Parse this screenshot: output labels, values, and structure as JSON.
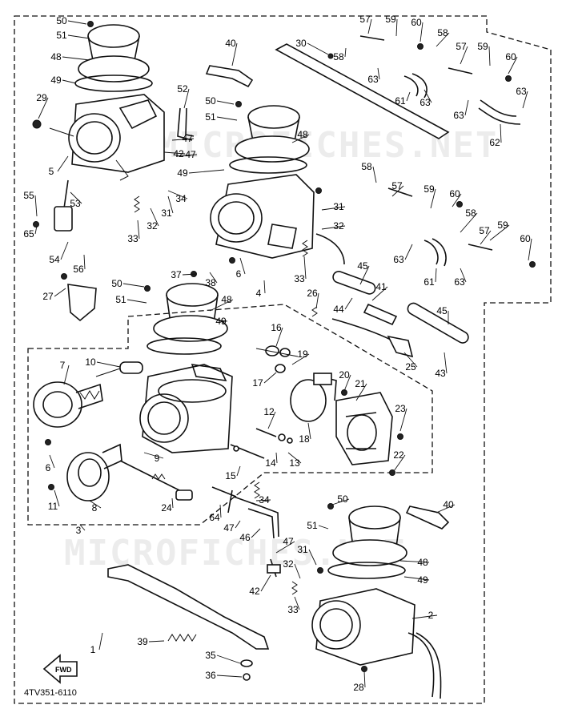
{
  "diagram": {
    "code": "4TV351-6110",
    "watermark_top": "MICROFICHES.NET",
    "watermark_bottom": "MICROFICHES.NET",
    "fwd_label": "FWD",
    "labels": [
      {
        "id": "l50a",
        "text": "50"
      },
      {
        "id": "l51a",
        "text": "51"
      },
      {
        "id": "l48a",
        "text": "48"
      },
      {
        "id": "l49a",
        "text": "49"
      },
      {
        "id": "l29",
        "text": "29"
      },
      {
        "id": "l5a",
        "text": "5"
      },
      {
        "id": "l40a",
        "text": "40"
      },
      {
        "id": "l30",
        "text": "30"
      },
      {
        "id": "l58a",
        "text": "58"
      },
      {
        "id": "l57a",
        "text": "57"
      },
      {
        "id": "l59a",
        "text": "59"
      },
      {
        "id": "l60a",
        "text": "60"
      },
      {
        "id": "l58b",
        "text": "58"
      },
      {
        "id": "l57b",
        "text": "57"
      },
      {
        "id": "l59b",
        "text": "59"
      },
      {
        "id": "l60b",
        "text": "60"
      },
      {
        "id": "l63a",
        "text": "63"
      },
      {
        "id": "l61a",
        "text": "61"
      },
      {
        "id": "l63b",
        "text": "63"
      },
      {
        "id": "l63c",
        "text": "63"
      },
      {
        "id": "l63d",
        "text": "63"
      },
      {
        "id": "l62",
        "text": "62"
      },
      {
        "id": "l52",
        "text": "52"
      },
      {
        "id": "l50b",
        "text": "50"
      },
      {
        "id": "l51b",
        "text": "51"
      },
      {
        "id": "l47a",
        "text": "47"
      },
      {
        "id": "l47b",
        "text": "47"
      },
      {
        "id": "l42a",
        "text": "42"
      },
      {
        "id": "l48b",
        "text": "48"
      },
      {
        "id": "l49b",
        "text": "49"
      },
      {
        "id": "l55",
        "text": "55"
      },
      {
        "id": "l53",
        "text": "53"
      },
      {
        "id": "l34a",
        "text": "34"
      },
      {
        "id": "l31a",
        "text": "31"
      },
      {
        "id": "l32a",
        "text": "32"
      },
      {
        "id": "l33a",
        "text": "33"
      },
      {
        "id": "l65",
        "text": "65"
      },
      {
        "id": "l54",
        "text": "54"
      },
      {
        "id": "l56",
        "text": "56"
      },
      {
        "id": "l58c",
        "text": "58"
      },
      {
        "id": "l57c",
        "text": "57"
      },
      {
        "id": "l59c",
        "text": "59"
      },
      {
        "id": "l60c",
        "text": "60"
      },
      {
        "id": "l58d",
        "text": "58"
      },
      {
        "id": "l59d",
        "text": "59"
      },
      {
        "id": "l57d",
        "text": "57"
      },
      {
        "id": "l60d",
        "text": "60"
      },
      {
        "id": "l63e",
        "text": "63"
      },
      {
        "id": "l61b",
        "text": "61"
      },
      {
        "id": "l63f",
        "text": "63"
      },
      {
        "id": "l31b",
        "text": "31"
      },
      {
        "id": "l32b",
        "text": "32"
      },
      {
        "id": "l33b",
        "text": "33"
      },
      {
        "id": "l37",
        "text": "37"
      },
      {
        "id": "l38",
        "text": "38"
      },
      {
        "id": "l6a",
        "text": "6"
      },
      {
        "id": "l4",
        "text": "4"
      },
      {
        "id": "l27",
        "text": "27"
      },
      {
        "id": "l50c",
        "text": "50"
      },
      {
        "id": "l51c",
        "text": "51"
      },
      {
        "id": "l48c",
        "text": "48"
      },
      {
        "id": "l49c",
        "text": "49"
      },
      {
        "id": "l26",
        "text": "26"
      },
      {
        "id": "l44",
        "text": "44"
      },
      {
        "id": "l45a",
        "text": "45"
      },
      {
        "id": "l41",
        "text": "41"
      },
      {
        "id": "l45b",
        "text": "45"
      },
      {
        "id": "l43",
        "text": "43"
      },
      {
        "id": "l25",
        "text": "25"
      },
      {
        "id": "l16",
        "text": "16"
      },
      {
        "id": "l19",
        "text": "19"
      },
      {
        "id": "l17",
        "text": "17"
      },
      {
        "id": "l10",
        "text": "10"
      },
      {
        "id": "l7",
        "text": "7"
      },
      {
        "id": "l20",
        "text": "20"
      },
      {
        "id": "l21",
        "text": "21"
      },
      {
        "id": "l23",
        "text": "23"
      },
      {
        "id": "l12",
        "text": "12"
      },
      {
        "id": "l18",
        "text": "18"
      },
      {
        "id": "l22",
        "text": "22"
      },
      {
        "id": "l9",
        "text": "9"
      },
      {
        "id": "l14",
        "text": "14"
      },
      {
        "id": "l13",
        "text": "13"
      },
      {
        "id": "l6b",
        "text": "6"
      },
      {
        "id": "l15",
        "text": "15"
      },
      {
        "id": "l11",
        "text": "11"
      },
      {
        "id": "l8",
        "text": "8"
      },
      {
        "id": "l24",
        "text": "24"
      },
      {
        "id": "l34b",
        "text": "34"
      },
      {
        "id": "l50d",
        "text": "50"
      },
      {
        "id": "l40b",
        "text": "40"
      },
      {
        "id": "l64",
        "text": "64"
      },
      {
        "id": "l47c",
        "text": "47"
      },
      {
        "id": "l46",
        "text": "46"
      },
      {
        "id": "l51d",
        "text": "51"
      },
      {
        "id": "l3",
        "text": "3"
      },
      {
        "id": "l47d",
        "text": "47"
      },
      {
        "id": "l48d",
        "text": "48"
      },
      {
        "id": "l31c",
        "text": "31"
      },
      {
        "id": "l32c",
        "text": "32"
      },
      {
        "id": "l49d",
        "text": "49"
      },
      {
        "id": "l42b",
        "text": "42"
      },
      {
        "id": "l33c",
        "text": "33"
      },
      {
        "id": "l2",
        "text": "2"
      },
      {
        "id": "l39",
        "text": "39"
      },
      {
        "id": "l1",
        "text": "1"
      },
      {
        "id": "l35",
        "text": "35"
      },
      {
        "id": "l36",
        "text": "36"
      },
      {
        "id": "l28",
        "text": "28"
      }
    ]
  }
}
